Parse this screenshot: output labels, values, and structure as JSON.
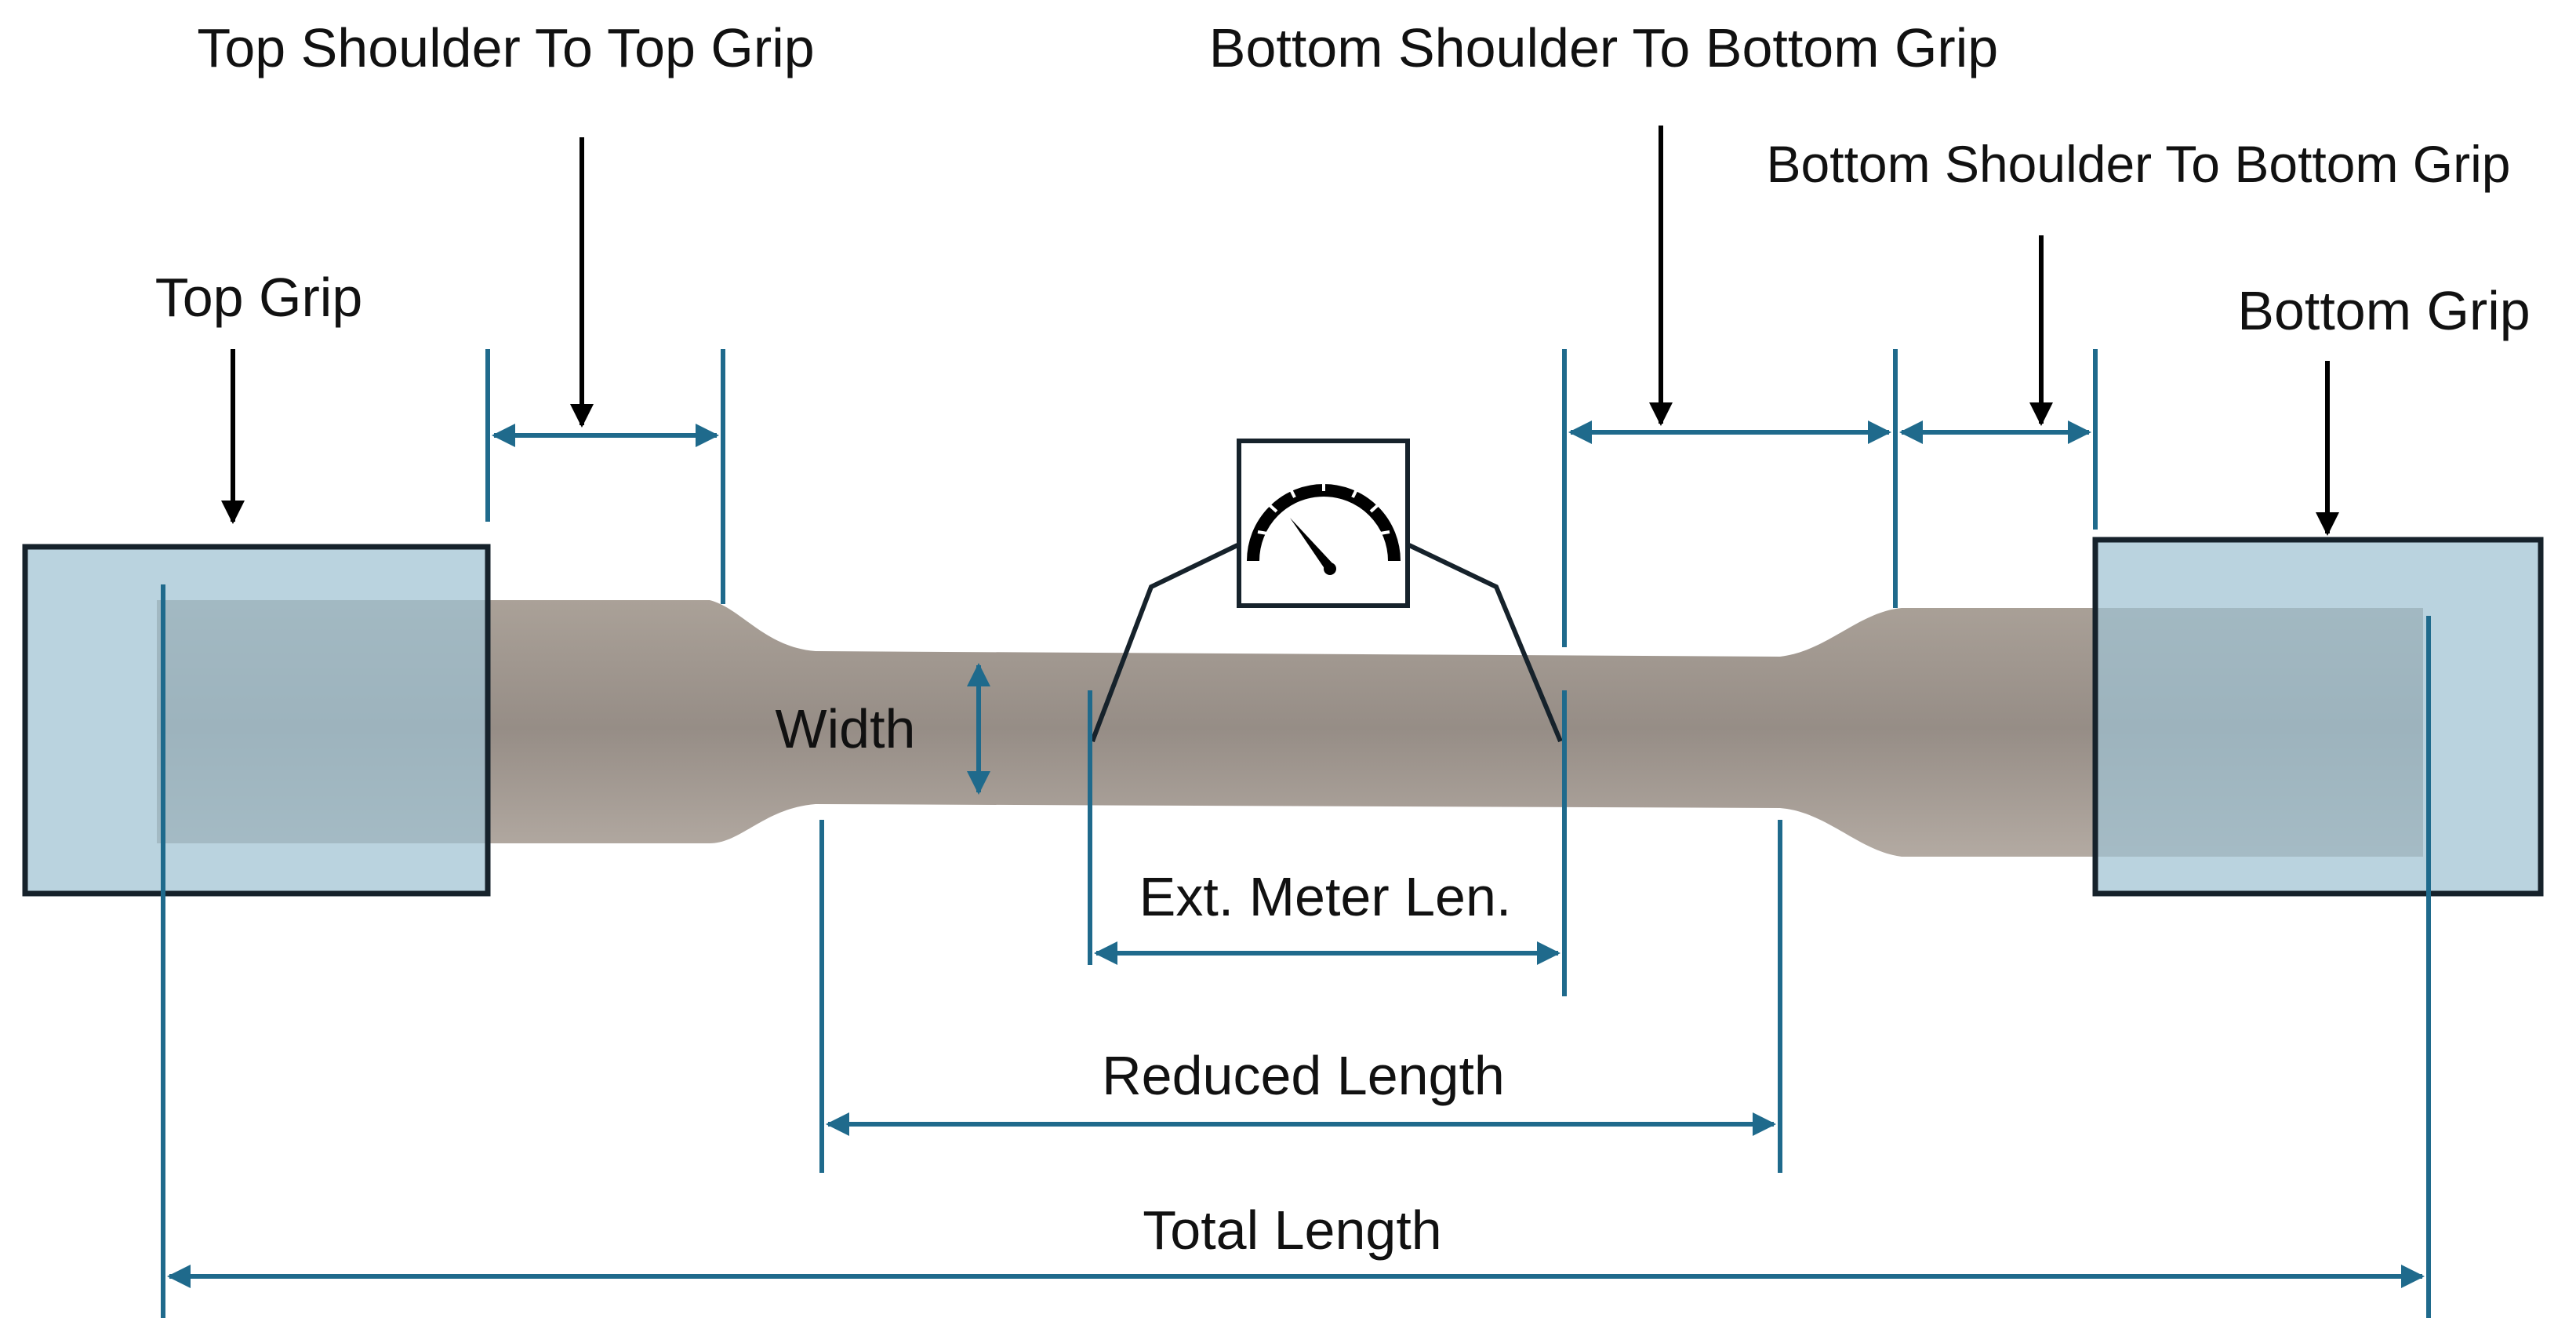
{
  "labels": {
    "top_shoulder_to_top_grip": "Top Shoulder To Top Grip",
    "bottom_shoulder_to_bottom_grip_1": "Bottom Shoulder To Bottom Grip",
    "bottom_shoulder_to_bottom_grip_2": "Bottom Shoulder To Bottom Grip",
    "top_grip": "Top Grip",
    "bottom_grip": "Bottom Grip",
    "width": "Width",
    "ext_meter_len": "Ext. Meter Len.",
    "reduced_length": "Reduced Length",
    "total_length": "Total Length"
  },
  "colors": {
    "dimension_line": "#1f6a8c",
    "grip_fill": "#9fc2d3",
    "grip_border": "#16222b",
    "specimen": "#9b928a",
    "pointer_arrow": "#000000"
  },
  "icons": {
    "extensometer": "gauge-icon"
  }
}
